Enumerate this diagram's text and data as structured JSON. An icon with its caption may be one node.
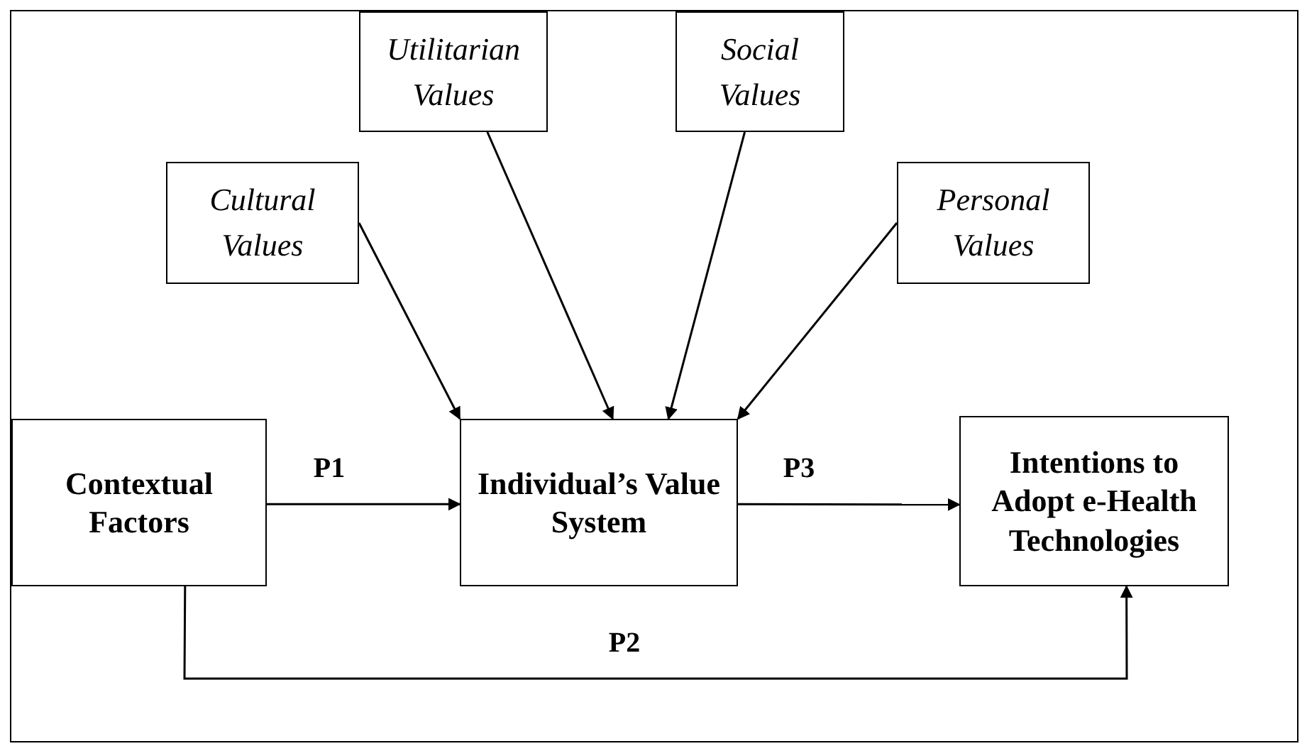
{
  "diagram": {
    "nodes": [
      {
        "text": [
          "Cultural Values"
        ]
      },
      {
        "text": [
          "Utilitarian Values"
        ]
      },
      {
        "text": [
          "Social Values"
        ]
      },
      {
        "text": [
          "Personal Values"
        ]
      },
      {
        "text": [
          "Contextual Factors"
        ]
      },
      {
        "text": [
          "Individual’s Value System"
        ]
      },
      {
        "text": [
          "Intentions to Adopt e-Health Technologies"
        ]
      }
    ],
    "edges": [
      {
        "from": 0,
        "to": 5,
        "arrow": "to"
      },
      {
        "from": 1,
        "to": 5,
        "arrow": "to"
      },
      {
        "from": 2,
        "to": 5,
        "arrow": "to"
      },
      {
        "from": 3,
        "to": 5,
        "arrow": "to"
      },
      {
        "from": 4,
        "to": 5,
        "arrow": "to",
        "label": "P1"
      },
      {
        "from": 5,
        "to": 6,
        "arrow": "to",
        "label": "P3"
      },
      {
        "from": 4,
        "to": 6,
        "arrow": "to",
        "label": "P2"
      }
    ]
  }
}
